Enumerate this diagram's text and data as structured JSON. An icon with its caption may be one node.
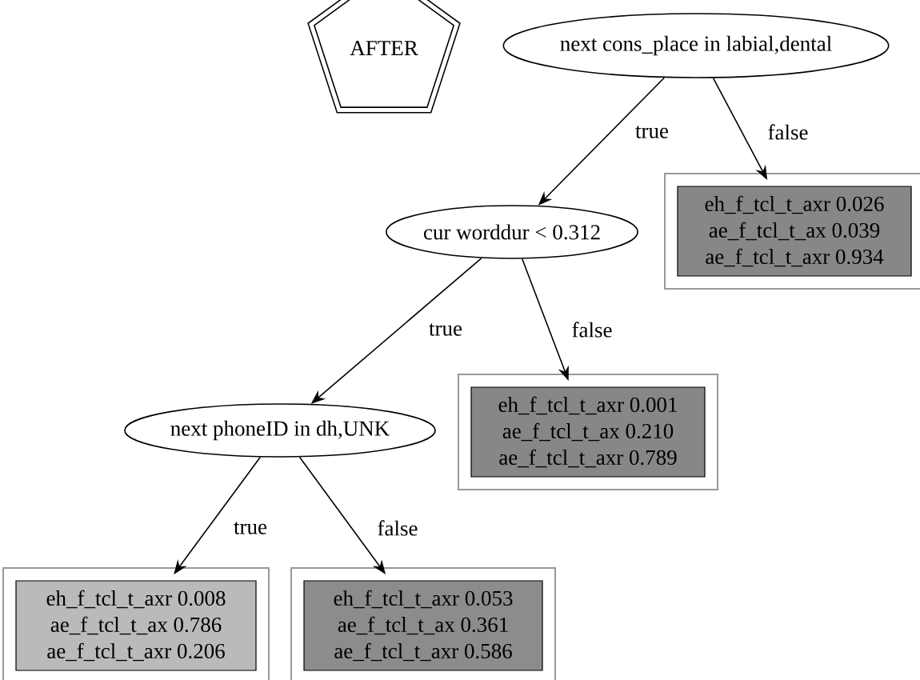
{
  "diagram": {
    "nodes": [
      {
        "text": [
          "AFTER"
        ]
      },
      {
        "text": [
          "next cons_place in labial,dental"
        ]
      },
      {
        "text": [
          "eh_f_tcl_t_axr 0.026",
          "ae_f_tcl_t_ax 0.039",
          "ae_f_tcl_t_axr 0.934"
        ]
      },
      {
        "text": [
          "cur worddur < 0.312"
        ]
      },
      {
        "text": [
          "eh_f_tcl_t_axr 0.001",
          "ae_f_tcl_t_ax 0.210",
          "ae_f_tcl_t_axr 0.789"
        ]
      },
      {
        "text": [
          "next phoneID in dh,UNK"
        ]
      },
      {
        "text": [
          "eh_f_tcl_t_axr 0.008",
          "ae_f_tcl_t_ax 0.786",
          "ae_f_tcl_t_axr 0.206"
        ]
      },
      {
        "text": [
          "eh_f_tcl_t_axr 0.053",
          "ae_f_tcl_t_ax 0.361",
          "ae_f_tcl_t_axr 0.586"
        ]
      }
    ],
    "edges": [
      {
        "from": 1,
        "to": 3,
        "arrow": "to",
        "label": "true"
      },
      {
        "from": 1,
        "to": 2,
        "arrow": "to",
        "label": "false"
      },
      {
        "from": 3,
        "to": 5,
        "arrow": "to",
        "label": "true"
      },
      {
        "from": 3,
        "to": 4,
        "arrow": "to",
        "label": "false"
      },
      {
        "from": 5,
        "to": 6,
        "arrow": "to",
        "label": "true"
      },
      {
        "from": 5,
        "to": 7,
        "arrow": "to",
        "label": "false"
      }
    ]
  }
}
